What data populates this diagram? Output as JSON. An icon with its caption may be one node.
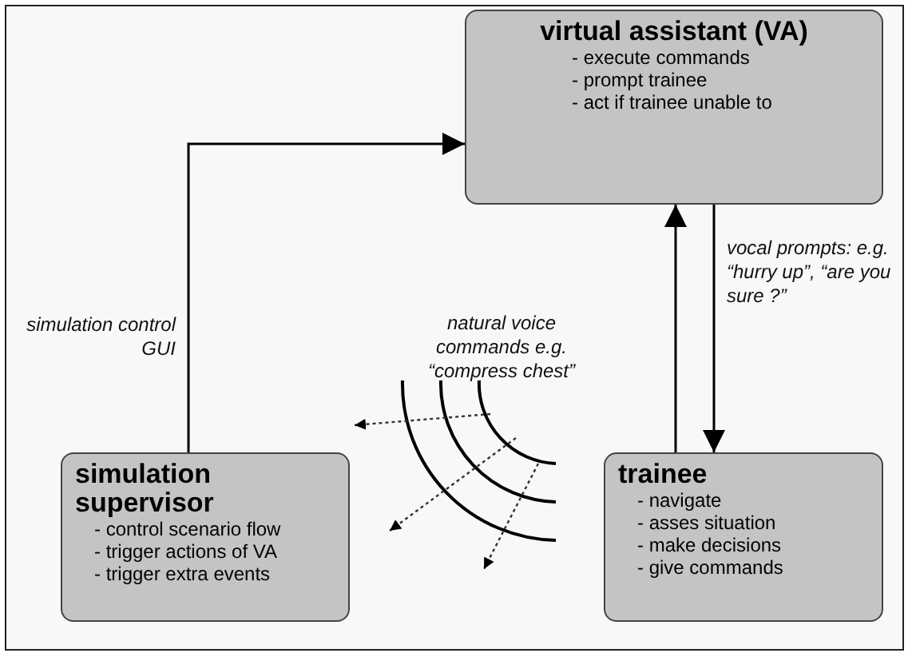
{
  "diagram": {
    "nodes": [
      {
        "text": [
          "virtual assistant (VA)",
          "- execute commands",
          "- prompt trainee",
          "- act if trainee unable to"
        ]
      },
      {
        "text": [
          "trainee",
          "- navigate",
          "- asses situation",
          "- make decisions",
          "- give commands"
        ]
      },
      {
        "text": [
          "simulation supervisor",
          "- control scenario flow",
          "- trigger actions of VA",
          "- trigger extra events"
        ]
      }
    ],
    "edges": [
      {
        "from": 2,
        "to": 0,
        "arrow": "to",
        "label": "simulation control GUI"
      },
      {
        "from": 1,
        "to": 0,
        "arrow": "to"
      },
      {
        "from": 0,
        "to": 1,
        "arrow": "to",
        "label": "vocal prompts: e.g. “hurry up”, “are you sure ?”"
      }
    ],
    "labels": [
      "natural voice commands e.g. “compress chest”"
    ]
  }
}
